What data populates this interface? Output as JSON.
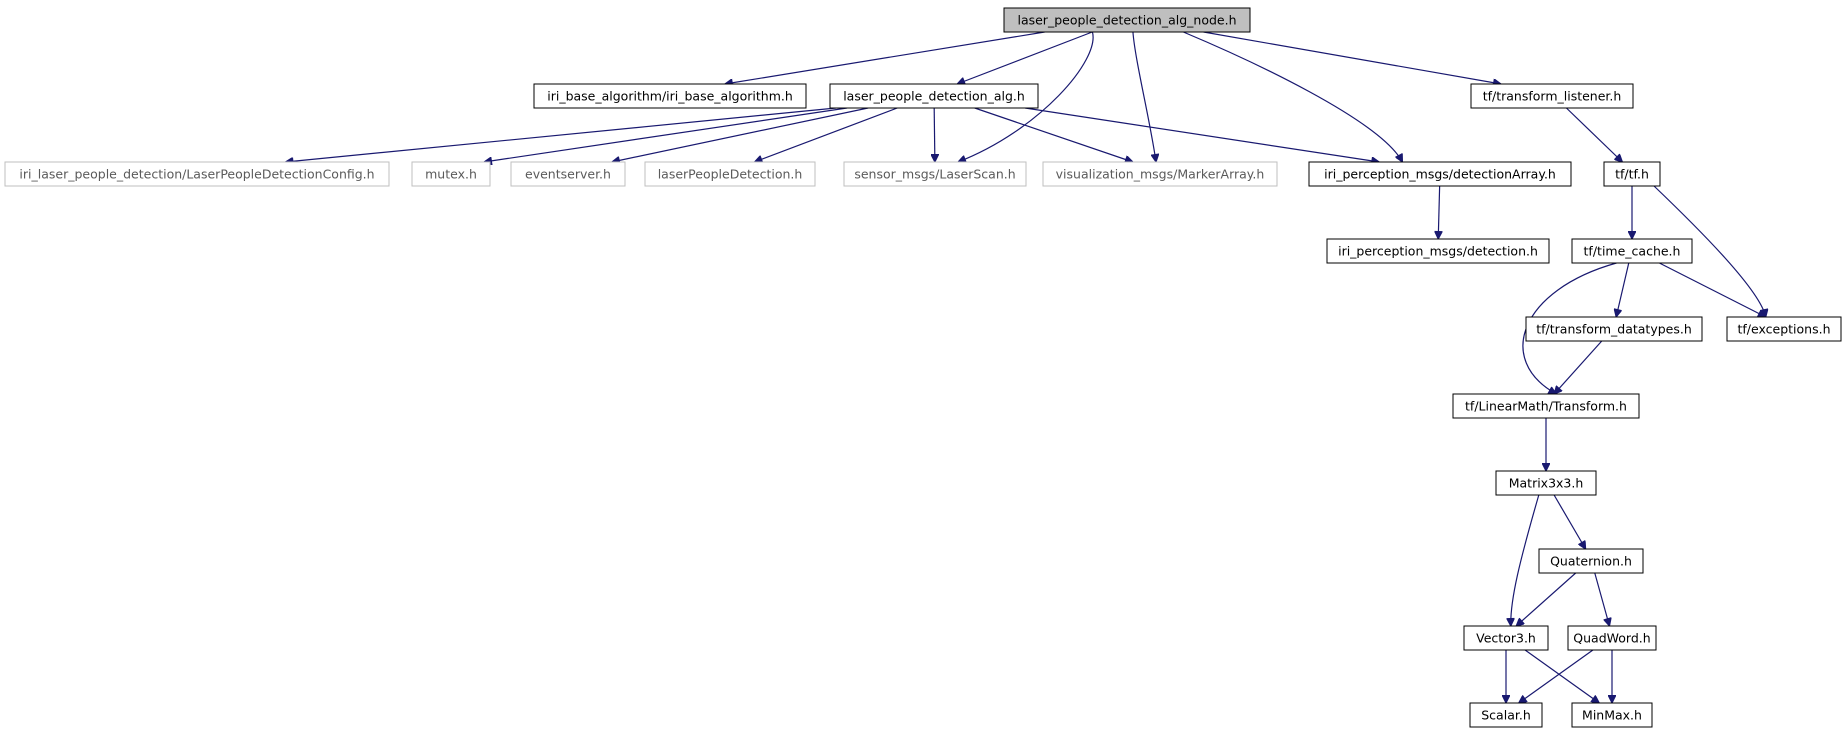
{
  "nodes": [
    {
      "id": "root",
      "label": "laser_people_detection_alg_node.h",
      "style": "root"
    },
    {
      "id": "iri_base",
      "label": "iri_base_algorithm/iri_base_algorithm.h",
      "style": "normal"
    },
    {
      "id": "alg",
      "label": "laser_people_detection_alg.h",
      "style": "normal"
    },
    {
      "id": "listener",
      "label": "tf/transform_listener.h",
      "style": "normal"
    },
    {
      "id": "config",
      "label": "iri_laser_people_detection/LaserPeopleDetectionConfig.h",
      "style": "external"
    },
    {
      "id": "mutex",
      "label": "mutex.h",
      "style": "external"
    },
    {
      "id": "eventserver",
      "label": "eventserver.h",
      "style": "external"
    },
    {
      "id": "lpd",
      "label": "laserPeopleDetection.h",
      "style": "external"
    },
    {
      "id": "laserscan",
      "label": "sensor_msgs/LaserScan.h",
      "style": "external"
    },
    {
      "id": "markerarray",
      "label": "visualization_msgs/MarkerArray.h",
      "style": "external"
    },
    {
      "id": "detarray",
      "label": "iri_perception_msgs/detectionArray.h",
      "style": "normal"
    },
    {
      "id": "tf",
      "label": "tf/tf.h",
      "style": "normal"
    },
    {
      "id": "detection",
      "label": "iri_perception_msgs/detection.h",
      "style": "normal"
    },
    {
      "id": "timecache",
      "label": "tf/time_cache.h",
      "style": "normal"
    },
    {
      "id": "datatypes",
      "label": "tf/transform_datatypes.h",
      "style": "normal"
    },
    {
      "id": "exceptions",
      "label": "tf/exceptions.h",
      "style": "normal"
    },
    {
      "id": "transform",
      "label": "tf/LinearMath/Transform.h",
      "style": "normal"
    },
    {
      "id": "matrix",
      "label": "Matrix3x3.h",
      "style": "normal"
    },
    {
      "id": "quaternion",
      "label": "Quaternion.h",
      "style": "normal"
    },
    {
      "id": "vector3",
      "label": "Vector3.h",
      "style": "normal"
    },
    {
      "id": "quadword",
      "label": "QuadWord.h",
      "style": "normal"
    },
    {
      "id": "scalar",
      "label": "Scalar.h",
      "style": "normal"
    },
    {
      "id": "minmax",
      "label": "MinMax.h",
      "style": "normal"
    }
  ],
  "edges": [
    [
      "root",
      "iri_base"
    ],
    [
      "root",
      "alg"
    ],
    [
      "root",
      "listener"
    ],
    [
      "root",
      "laserscan"
    ],
    [
      "root",
      "markerarray"
    ],
    [
      "root",
      "detarray"
    ],
    [
      "alg",
      "config"
    ],
    [
      "alg",
      "mutex"
    ],
    [
      "alg",
      "eventserver"
    ],
    [
      "alg",
      "lpd"
    ],
    [
      "alg",
      "laserscan"
    ],
    [
      "alg",
      "markerarray"
    ],
    [
      "alg",
      "detarray"
    ],
    [
      "detarray",
      "detection"
    ],
    [
      "listener",
      "tf"
    ],
    [
      "tf",
      "timecache"
    ],
    [
      "tf",
      "exceptions"
    ],
    [
      "timecache",
      "datatypes"
    ],
    [
      "timecache",
      "exceptions"
    ],
    [
      "timecache",
      "transform"
    ],
    [
      "datatypes",
      "transform"
    ],
    [
      "transform",
      "matrix"
    ],
    [
      "matrix",
      "quaternion"
    ],
    [
      "matrix",
      "vector3"
    ],
    [
      "quaternion",
      "vector3"
    ],
    [
      "quaternion",
      "quadword"
    ],
    [
      "vector3",
      "scalar"
    ],
    [
      "vector3",
      "minmax"
    ],
    [
      "quadword",
      "scalar"
    ],
    [
      "quadword",
      "minmax"
    ]
  ],
  "colors": {
    "edge": "#191970",
    "root_fill": "#bfbfbf",
    "normal_border": "#000000",
    "external_border": "#bfbfbf"
  }
}
